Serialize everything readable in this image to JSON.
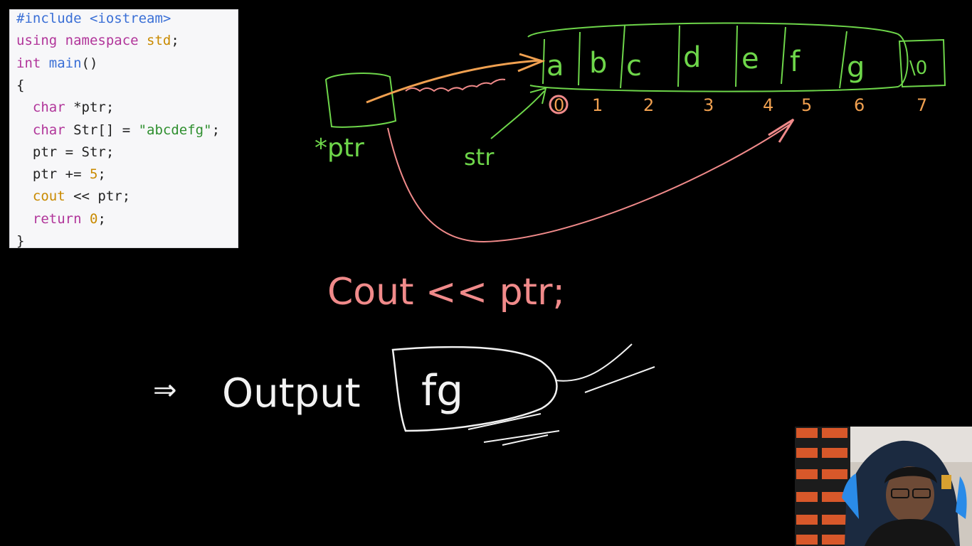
{
  "code": {
    "lines": [
      [
        {
          "t": "#include <iostream>",
          "c": "kw-pre"
        }
      ],
      [
        {
          "t": "using ",
          "c": "kw"
        },
        {
          "t": "namespace ",
          "c": "kw"
        },
        {
          "t": "std",
          "c": "kw2"
        },
        {
          "t": ";",
          "c": ""
        }
      ],
      [
        {
          "t": "int ",
          "c": "kw"
        },
        {
          "t": "main",
          "c": "fn"
        },
        {
          "t": "()",
          "c": ""
        }
      ],
      [
        {
          "t": "{",
          "c": ""
        }
      ],
      [
        {
          "t": "  ",
          "c": ""
        },
        {
          "t": "char",
          "c": "kw"
        },
        {
          "t": " *ptr;",
          "c": ""
        }
      ],
      [
        {
          "t": "  ",
          "c": ""
        },
        {
          "t": "char",
          "c": "kw"
        },
        {
          "t": " Str[] = ",
          "c": ""
        },
        {
          "t": "\"abcdefg\"",
          "c": "str"
        },
        {
          "t": ";",
          "c": ""
        }
      ],
      [
        {
          "t": "  ptr = Str;",
          "c": ""
        }
      ],
      [
        {
          "t": "  ptr += ",
          "c": ""
        },
        {
          "t": "5",
          "c": "num"
        },
        {
          "t": ";",
          "c": ""
        }
      ],
      [
        {
          "t": "  ",
          "c": ""
        },
        {
          "t": "cout",
          "c": "kw2"
        },
        {
          "t": " << ptr;",
          "c": ""
        }
      ],
      [
        {
          "t": "  ",
          "c": ""
        },
        {
          "t": "return",
          "c": "kw"
        },
        {
          "t": " ",
          "c": ""
        },
        {
          "t": "0",
          "c": "num"
        },
        {
          "t": ";",
          "c": ""
        }
      ],
      [
        {
          "t": "}",
          "c": ""
        }
      ]
    ]
  },
  "board": {
    "array_chars": [
      "a",
      "b",
      "c",
      "d",
      "e",
      "f",
      "g",
      "\\0"
    ],
    "indices": [
      "0",
      "1",
      "2",
      "3",
      "4",
      "5",
      "6",
      "7"
    ],
    "ptr_label": "*ptr",
    "str_label": "str",
    "cout_text": "Cout << ptr;",
    "output_label": "Output",
    "output_value": "fg",
    "arrow_symbol": "⇒",
    "colors": {
      "green": "#6ed64a",
      "orange": "#f0a050",
      "pink": "#f08a8a",
      "white": "#f2f2f2"
    }
  },
  "webcam": {
    "icon": "presenter-video-icon"
  }
}
